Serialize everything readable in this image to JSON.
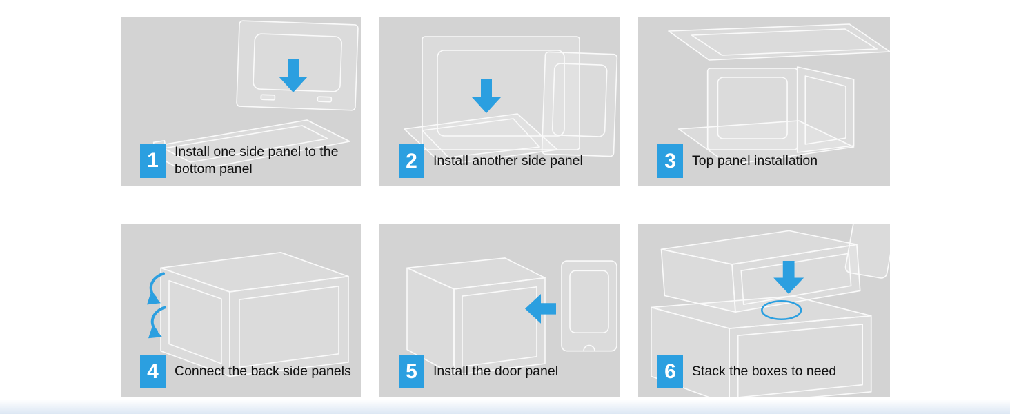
{
  "colors": {
    "accent": "#2b9fe0",
    "panel-bg": "#d3d3d3",
    "text": "#0f0f0f",
    "line": "#fafafa"
  },
  "icons": {
    "step1_arrow": "down-arrow",
    "step2_arrow": "down-arrow",
    "step4_arrows": "curved-rotate-arrows",
    "step5_arrow": "left-arrow",
    "step6_arrow": "down-arrow",
    "step6_highlight": "ellipse-highlight"
  },
  "steps": [
    {
      "number": "1",
      "line1": "Install one side panel to the",
      "line2": "bottom panel"
    },
    {
      "number": "2",
      "label": "Install another side panel"
    },
    {
      "number": "3",
      "label": "Top panel installation"
    },
    {
      "number": "4",
      "label": "Connect the back side panels"
    },
    {
      "number": "5",
      "label": "Install the door panel"
    },
    {
      "number": "6",
      "label": "Stack the boxes to need"
    }
  ]
}
